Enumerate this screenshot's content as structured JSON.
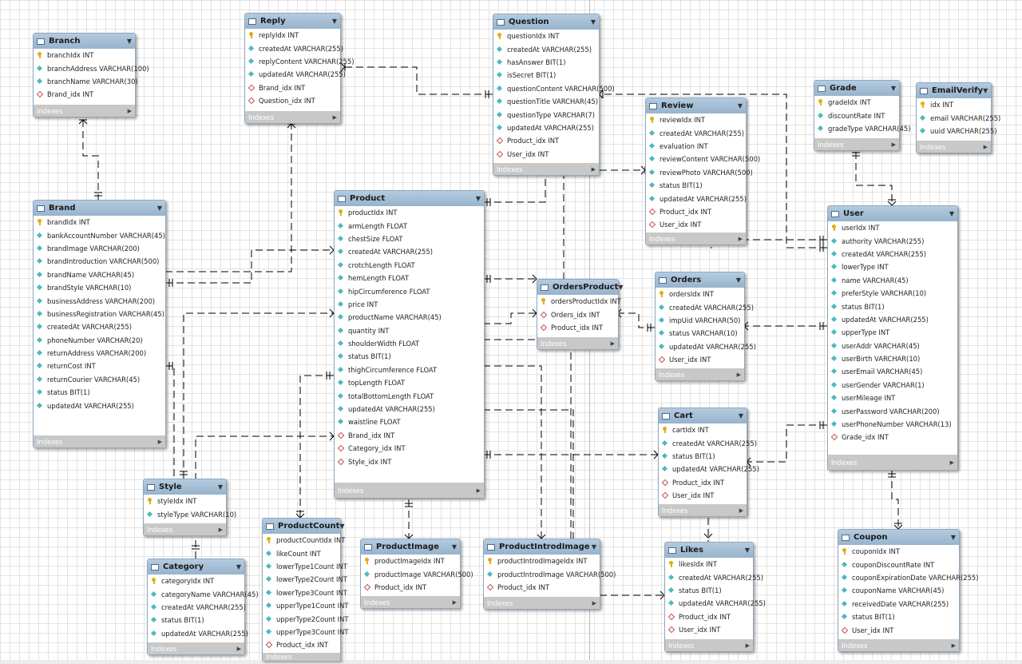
{
  "tables": {
    "branch": {
      "name": "Branch",
      "columns": [
        "branchIdx INT",
        "branchAddress VARCHAR(100)",
        "branchName VARCHAR(30)",
        "Brand_idx INT"
      ],
      "icons": [
        "key-icon",
        "column-icon",
        "column-icon",
        "foreign-key-icon"
      ],
      "indexes_label": "Indexes"
    },
    "reply": {
      "name": "Reply",
      "columns": [
        "replyIdx INT",
        "createdAt VARCHAR(255)",
        "replyContent VARCHAR(255)",
        "updatedAt VARCHAR(255)",
        "Brand_idx INT",
        "Question_idx INT"
      ],
      "icons": [
        "key-icon",
        "column-icon",
        "column-icon",
        "column-icon",
        "foreign-key-icon",
        "foreign-key-icon"
      ],
      "indexes_label": "Indexes"
    },
    "question": {
      "name": "Question",
      "columns": [
        "questionIdx INT",
        "createdAt VARCHAR(255)",
        "hasAnswer BIT(1)",
        "isSecret BIT(1)",
        "questionContent VARCHAR(500)",
        "questionTitle VARCHAR(45)",
        "questionType VARCHAR(7)",
        "updatedAt VARCHAR(255)",
        "Product_idx INT",
        "User_idx INT"
      ],
      "icons": [
        "key-icon",
        "column-icon",
        "column-icon",
        "column-icon",
        "column-icon",
        "column-icon",
        "column-icon",
        "column-icon",
        "foreign-key-icon",
        "foreign-key-icon"
      ],
      "indexes_label": "Indexes"
    },
    "review": {
      "name": "Review",
      "columns": [
        "reviewIdx INT",
        "createdAt VARCHAR(255)",
        "evaluation INT",
        "reviewContent VARCHAR(500)",
        "reviewPhoto VARCHAR(500)",
        "status BIT(1)",
        "updatedAt VARCHAR(255)",
        "Product_idx INT",
        "User_idx INT"
      ],
      "icons": [
        "key-icon",
        "column-icon",
        "column-icon",
        "column-icon",
        "column-icon",
        "column-icon",
        "column-icon",
        "foreign-key-icon",
        "foreign-key-icon"
      ],
      "indexes_label": "Indexes"
    },
    "grade": {
      "name": "Grade",
      "columns": [
        "gradeIdx INT",
        "discountRate INT",
        "gradeType VARCHAR(45)"
      ],
      "icons": [
        "key-icon",
        "column-icon",
        "column-icon"
      ],
      "indexes_label": "Indexes"
    },
    "emailverify": {
      "name": "EmailVerify",
      "columns": [
        "idx INT",
        "email VARCHAR(255)",
        "uuid VARCHAR(255)"
      ],
      "icons": [
        "key-icon",
        "column-icon",
        "column-icon"
      ],
      "indexes_label": "Indexes"
    },
    "brand": {
      "name": "Brand",
      "columns": [
        "brandIdx INT",
        "bankAccountNumber VARCHAR(45)",
        "brandImage VARCHAR(200)",
        "brandIntroduction VARCHAR(500)",
        "brandName VARCHAR(45)",
        "brandStyle VARCHAR(10)",
        "businessAddress VARCHAR(200)",
        "businessRegistration VARCHAR(45)",
        "createdAt VARCHAR(255)",
        "phoneNumber VARCHAR(20)",
        "returnAddress VARCHAR(200)",
        "returnCost INT",
        "returnCourier VARCHAR(45)",
        "status BIT(1)",
        "updatedAt VARCHAR(255)"
      ],
      "icons": [
        "key-icon",
        "column-icon",
        "column-icon",
        "column-icon",
        "column-icon",
        "column-icon",
        "column-icon",
        "column-icon",
        "column-icon",
        "column-icon",
        "column-icon",
        "column-icon",
        "column-icon",
        "column-icon",
        "column-icon"
      ],
      "indexes_label": "Indexes"
    },
    "product": {
      "name": "Product",
      "columns": [
        "productIdx INT",
        "armLength FLOAT",
        "chestSize FLOAT",
        "createdAt VARCHAR(255)",
        "crotchLength FLOAT",
        "hemLength FLOAT",
        "hipCircumference FLOAT",
        "price INT",
        "productName VARCHAR(45)",
        "quantity INT",
        "shoulderWidth FLOAT",
        "status BIT(1)",
        "thighCircumference FLOAT",
        "topLength FLOAT",
        "totalBottomLength FLOAT",
        "updatedAt VARCHAR(255)",
        "waistline FLOAT",
        "Brand_idx INT",
        "Category_idx INT",
        "Style_idx INT"
      ],
      "icons": [
        "key-icon",
        "column-icon",
        "column-icon",
        "column-icon",
        "column-icon",
        "column-icon",
        "column-icon",
        "column-icon",
        "column-icon",
        "column-icon",
        "column-icon",
        "column-icon",
        "column-icon",
        "column-icon",
        "column-icon",
        "column-icon",
        "column-icon",
        "foreign-key-icon",
        "foreign-key-icon",
        "foreign-key-icon"
      ],
      "indexes_label": "Indexes"
    },
    "ordersproduct": {
      "name": "OrdersProduct",
      "columns": [
        "ordersProductIdx INT",
        "Orders_idx INT",
        "Product_idx INT"
      ],
      "icons": [
        "key-icon",
        "foreign-key-icon",
        "foreign-key-icon"
      ],
      "indexes_label": "Indexes"
    },
    "orders": {
      "name": "Orders",
      "columns": [
        "ordersIdx INT",
        "createdAt VARCHAR(255)",
        "impUid VARCHAR(50)",
        "status VARCHAR(10)",
        "updatedAt VARCHAR(255)",
        "User_idx INT"
      ],
      "icons": [
        "key-icon",
        "column-icon",
        "column-icon",
        "column-icon",
        "column-icon",
        "foreign-key-icon"
      ],
      "indexes_label": "Indexes"
    },
    "user": {
      "name": "User",
      "columns": [
        "userIdx INT",
        "authority VARCHAR(255)",
        "createdAt VARCHAR(255)",
        "lowerType INT",
        "name VARCHAR(45)",
        "preferStyle VARCHAR(10)",
        "status BIT(1)",
        "updatedAt VARCHAR(255)",
        "upperType INT",
        "userAddr VARCHAR(45)",
        "userBirth VARCHAR(10)",
        "userEmail VARCHAR(45)",
        "userGender VARCHAR(1)",
        "userMileage INT",
        "userPassword VARCHAR(200)",
        "userPhoneNumber VARCHAR(13)",
        "Grade_idx INT"
      ],
      "icons": [
        "key-icon",
        "column-icon",
        "column-icon",
        "column-icon",
        "column-icon",
        "column-icon",
        "column-icon",
        "column-icon",
        "column-icon",
        "column-icon",
        "column-icon",
        "column-icon",
        "column-icon",
        "column-icon",
        "column-icon",
        "column-icon",
        "foreign-key-icon"
      ],
      "indexes_label": "Indexes"
    },
    "cart": {
      "name": "Cart",
      "columns": [
        "cartIdx INT",
        "createdAt VARCHAR(255)",
        "status BIT(1)",
        "updatedAt VARCHAR(255)",
        "Product_idx INT",
        "User_idx INT"
      ],
      "icons": [
        "key-icon",
        "column-icon",
        "column-icon",
        "column-icon",
        "foreign-key-icon",
        "foreign-key-icon"
      ],
      "indexes_label": "Indexes"
    },
    "style": {
      "name": "Style",
      "columns": [
        "styleIdx INT",
        "styleType VARCHAR(10)"
      ],
      "icons": [
        "key-icon",
        "column-icon"
      ],
      "indexes_label": "Indexes"
    },
    "category": {
      "name": "Category",
      "columns": [
        "categoryIdx INT",
        "categoryName VARCHAR(45)",
        "createdAt VARCHAR(255)",
        "status BIT(1)",
        "updatedAt VARCHAR(255)"
      ],
      "icons": [
        "key-icon",
        "column-icon",
        "column-icon",
        "column-icon",
        "column-icon"
      ],
      "indexes_label": "Indexes"
    },
    "productcount": {
      "name": "ProductCount",
      "columns": [
        "productCountIdx INT",
        "likeCount INT",
        "lowerType1Count INT",
        "lowerType2Count INT",
        "lowerType3Count INT",
        "upperType1Count INT",
        "upperType2Count INT",
        "upperType3Count INT",
        "Product_idx INT"
      ],
      "icons": [
        "key-icon",
        "column-icon",
        "column-icon",
        "column-icon",
        "column-icon",
        "column-icon",
        "column-icon",
        "column-icon",
        "foreign-key-icon"
      ],
      "indexes_label": "Indexes"
    },
    "productimage": {
      "name": "ProductImage",
      "columns": [
        "productImageIdx INT",
        "productImage VARCHAR(500)",
        "Product_idx INT"
      ],
      "icons": [
        "key-icon",
        "column-icon",
        "foreign-key-icon"
      ],
      "indexes_label": "Indexes"
    },
    "productintrodimage": {
      "name": "ProductIntrodImage",
      "columns": [
        "productIntrodImageIdx INT",
        "productIntrodImage VARCHAR(500)",
        "Product_idx INT"
      ],
      "icons": [
        "key-icon",
        "column-icon",
        "foreign-key-icon"
      ],
      "indexes_label": "Indexes"
    },
    "likes": {
      "name": "Likes",
      "columns": [
        "likesIdx INT",
        "createdAt VARCHAR(255)",
        "status BIT(1)",
        "updatedAt VARCHAR(255)",
        "Product_idx INT",
        "User_idx INT"
      ],
      "icons": [
        "key-icon",
        "column-icon",
        "column-icon",
        "column-icon",
        "foreign-key-icon",
        "foreign-key-icon"
      ],
      "indexes_label": "Indexes"
    },
    "coupon": {
      "name": "Coupon",
      "columns": [
        "couponIdx INT",
        "couponDiscountRate INT",
        "couponExpirationDate VARCHAR(255)",
        "couponName VARCHAR(45)",
        "receivedDate VARCHAR(255)",
        "status BIT(1)",
        "User_idx INT"
      ],
      "icons": [
        "key-icon",
        "column-icon",
        "column-icon",
        "column-icon",
        "column-icon",
        "column-icon",
        "foreign-key-icon"
      ],
      "indexes_label": "Indexes"
    }
  },
  "relationships": [
    {
      "from": "Brand",
      "to": "Branch",
      "from_card": "one",
      "to_card": "many"
    },
    {
      "from": "Brand",
      "to": "Reply",
      "from_card": "one",
      "to_card": "many"
    },
    {
      "from": "Question",
      "to": "Reply",
      "from_card": "one",
      "to_card": "many"
    },
    {
      "from": "Product",
      "to": "Question",
      "from_card": "one",
      "to_card": "many"
    },
    {
      "from": "User",
      "to": "Question",
      "from_card": "one",
      "to_card": "many"
    },
    {
      "from": "Product",
      "to": "Review",
      "from_card": "one",
      "to_card": "many"
    },
    {
      "from": "User",
      "to": "Review",
      "from_card": "one",
      "to_card": "many"
    },
    {
      "from": "Grade",
      "to": "User",
      "from_card": "one",
      "to_card": "many"
    },
    {
      "from": "Brand",
      "to": "Product",
      "from_card": "one",
      "to_card": "many"
    },
    {
      "from": "Category",
      "to": "Product",
      "from_card": "one",
      "to_card": "many"
    },
    {
      "from": "Style",
      "to": "Product",
      "from_card": "one",
      "to_card": "many"
    },
    {
      "from": "Product",
      "to": "OrdersProduct",
      "from_card": "one",
      "to_card": "many"
    },
    {
      "from": "Orders",
      "to": "OrdersProduct",
      "from_card": "one",
      "to_card": "many"
    },
    {
      "from": "User",
      "to": "Orders",
      "from_card": "one",
      "to_card": "many"
    },
    {
      "from": "Product",
      "to": "Cart",
      "from_card": "one",
      "to_card": "many"
    },
    {
      "from": "User",
      "to": "Cart",
      "from_card": "one",
      "to_card": "many"
    },
    {
      "from": "Product",
      "to": "ProductCount",
      "from_card": "one",
      "to_card": "many"
    },
    {
      "from": "Product",
      "to": "ProductImage",
      "from_card": "one",
      "to_card": "many"
    },
    {
      "from": "Product",
      "to": "ProductIntrodImage",
      "from_card": "one",
      "to_card": "many"
    },
    {
      "from": "Product",
      "to": "Likes",
      "from_card": "one",
      "to_card": "many"
    },
    {
      "from": "User",
      "to": "Likes",
      "from_card": "one",
      "to_card": "many"
    },
    {
      "from": "User",
      "to": "Coupon",
      "from_card": "one",
      "to_card": "many"
    }
  ]
}
